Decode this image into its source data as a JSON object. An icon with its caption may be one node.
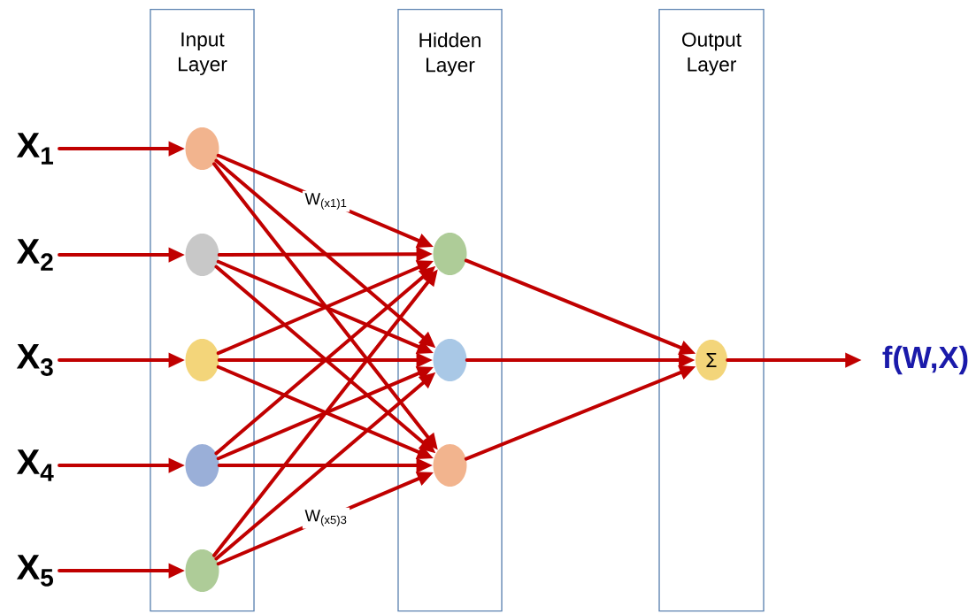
{
  "diagram": {
    "nodes": [
      {
        "text": [
          "Input Layer"
        ]
      },
      {
        "text": [
          "Hidden Layer"
        ]
      },
      {
        "text": [
          "Output Layer"
        ]
      },
      {
        "text": [
          "X$_{1}$"
        ]
      },
      {
        "text": [
          "X$_{2}$"
        ]
      },
      {
        "text": [
          "X$_{3}$"
        ]
      },
      {
        "text": [
          "X$_{4}$"
        ]
      },
      {
        "text": [
          "X$_{5}$"
        ]
      },
      {
        "text": [],
        "shape": "circle",
        "in": 0
      },
      {
        "text": [],
        "shape": "circle",
        "in": 0
      },
      {
        "text": [],
        "shape": "circle",
        "in": 0
      },
      {
        "text": [],
        "shape": "circle",
        "in": 0
      },
      {
        "text": [],
        "shape": "circle",
        "in": 0
      },
      {
        "text": [],
        "shape": "circle",
        "in": 1
      },
      {
        "text": [],
        "shape": "circle",
        "in": 1
      },
      {
        "text": [],
        "shape": "circle",
        "in": 1
      },
      {
        "text": [
          "∑"
        ],
        "in": 2
      },
      {
        "text": [
          "f(W,X)"
        ]
      }
    ],
    "edges": [
      {
        "from": 3,
        "to": 8,
        "arrow": "to"
      },
      {
        "from": 4,
        "to": 9,
        "arrow": "to"
      },
      {
        "from": 5,
        "to": 10,
        "arrow": "to"
      },
      {
        "from": 6,
        "to": 11,
        "arrow": "to"
      },
      {
        "from": 7,
        "to": 12,
        "arrow": "to"
      },
      {
        "from": 8,
        "to": 13,
        "arrow": "to",
        "label": "W$_{(x1)1}$"
      },
      {
        "from": 8,
        "to": 14,
        "arrow": "to"
      },
      {
        "from": 8,
        "to": 15,
        "arrow": "to"
      },
      {
        "from": 9,
        "to": 13,
        "arrow": "to"
      },
      {
        "from": 9,
        "to": 14,
        "arrow": "to"
      },
      {
        "from": 9,
        "to": 15,
        "arrow": "to"
      },
      {
        "from": 10,
        "to": 13,
        "arrow": "to"
      },
      {
        "from": 10,
        "to": 14,
        "arrow": "to"
      },
      {
        "from": 10,
        "to": 15,
        "arrow": "to"
      },
      {
        "from": 11,
        "to": 13,
        "arrow": "to"
      },
      {
        "from": 11,
        "to": 14,
        "arrow": "to"
      },
      {
        "from": 11,
        "to": 15,
        "arrow": "to"
      },
      {
        "from": 12,
        "to": 13,
        "arrow": "to"
      },
      {
        "from": 12,
        "to": 14,
        "arrow": "to"
      },
      {
        "from": 12,
        "to": 15,
        "arrow": "to",
        "label": "W$_{(x5)3}$"
      },
      {
        "from": 13,
        "to": 16,
        "arrow": "to"
      },
      {
        "from": 14,
        "to": 16,
        "arrow": "to"
      },
      {
        "from": 15,
        "to": 16,
        "arrow": "to"
      },
      {
        "from": 16,
        "to": 17,
        "arrow": "to"
      }
    ]
  }
}
